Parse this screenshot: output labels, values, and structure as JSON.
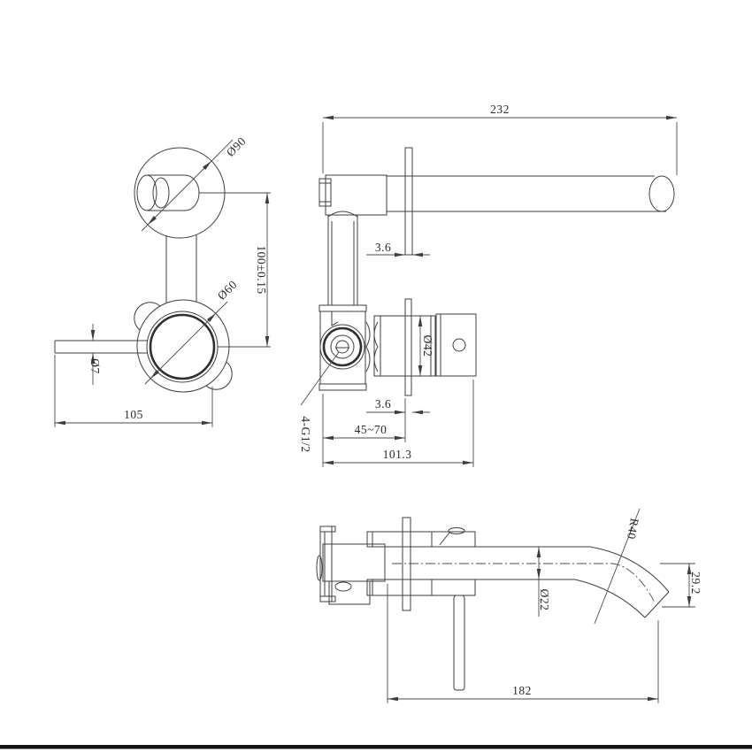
{
  "dims": {
    "front": {
      "escutcheon_top": "Ø90",
      "escutcheon_bottom": "Ø60",
      "center_distance": "100±0.15",
      "lever_dia": "Ø7",
      "lever_reach": "105"
    },
    "side": {
      "spout_length": "232",
      "plate_thickness_upper": "3.6",
      "cartridge_dia": "Ø42",
      "plate_thickness_lower": "3.6",
      "wall_depth_range": "45~70",
      "body_length": "101.3",
      "thread": "4-G1/2"
    },
    "spout": {
      "bend_radius": "R40",
      "drop": "29.2",
      "tube_dia": "Ø22",
      "reach": "182"
    }
  },
  "colors": {
    "line": "#3d3d3d",
    "text": "#2a2a2a",
    "border": "#141414",
    "background": "#ffffff"
  }
}
